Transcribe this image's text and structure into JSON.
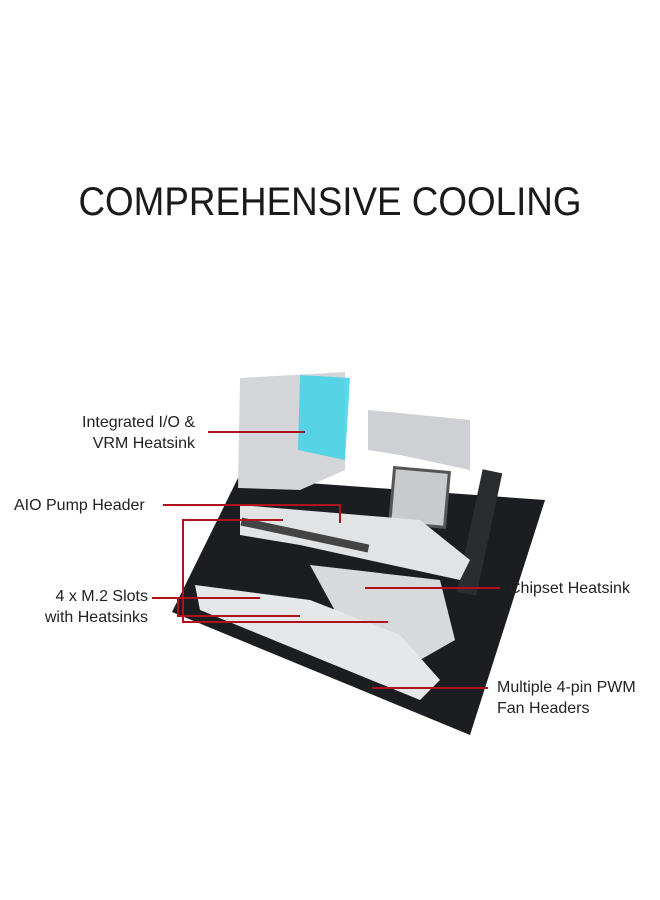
{
  "title": "COMPREHENSIVE COOLING",
  "callouts": {
    "io_vrm": [
      "Integrated I/O &",
      "VRM Heatsink"
    ],
    "aio": "AIO Pump Header",
    "m2": [
      "4 x M.2 Slots",
      "with Heatsinks"
    ],
    "chipset": "Chipset Heatsink",
    "fan": [
      "Multiple 4-pin PWM",
      "Fan Headers"
    ]
  },
  "colors": {
    "callout_line": "#b0121b",
    "board": "#1c1d21",
    "heatsink": "#d9dadc",
    "accent": "#3fd3e8"
  }
}
